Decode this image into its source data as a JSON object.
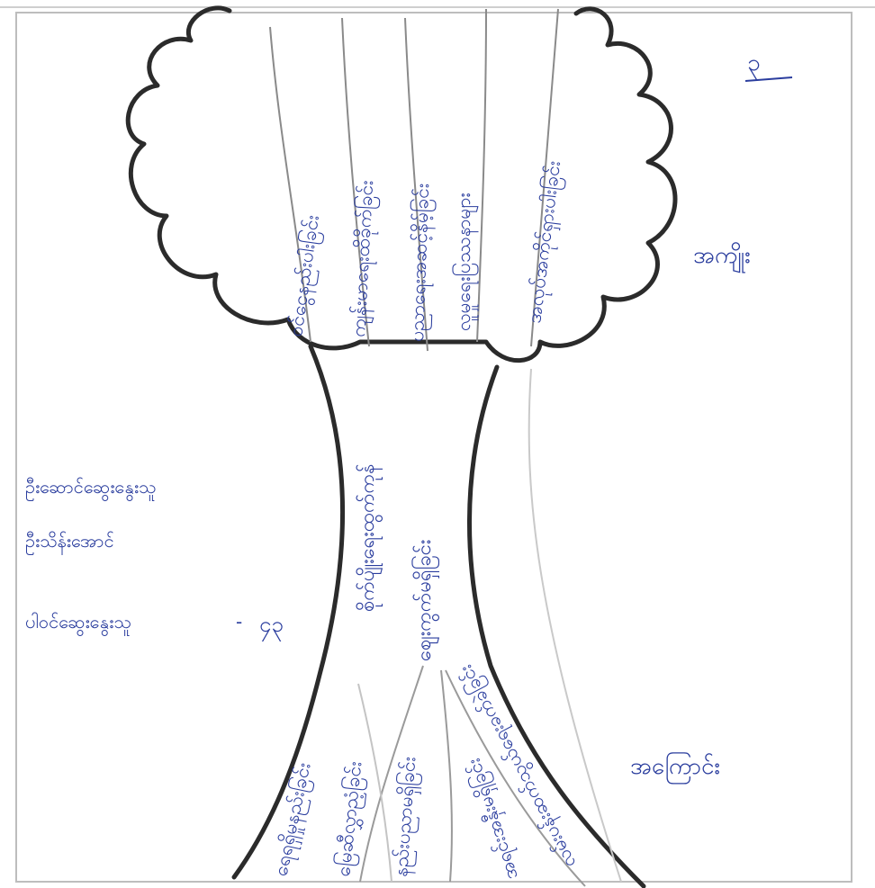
{
  "page": {
    "number": "၃"
  },
  "labels": {
    "fruits": "အကျိုး",
    "roots": "အကြောင်း"
  },
  "respondents": {
    "total": {
      "label": "ဦးဆောင်ဆွေးနွေးသူ",
      "value": ""
    },
    "name": {
      "label": "ဦးသိန်းအောင်"
    },
    "participants": {
      "label": "ပါဝင်ဆွေးနွေးသူ",
      "value": "၄၃"
    }
  },
  "tree": {
    "effects": [
      "ဝင်ငွေနည်းပါးခြင်း",
      "ကျန်းမာရေးထိခိုက်ခြင်း",
      "ပညာရေးအဆင့်နိမ့်ခြင်း",
      "လူမှုရေးပြဿနာများ",
      "အလုပ်အကိုင်ရှားပါးခြင်း"
    ],
    "problem": [
      "စိုက်ပျိုးရေးထွက်ကုန်",
      "စျေးကွက်မရှိခြင်း"
    ],
    "causes": [
      "ရေရရှိမှုနည်းခြင်း",
      "မြေဆီလွှာညံ့ခြင်း",
      "နည်းပညာမရှိခြင်း",
      "အရင်းအနှီးမရှိခြင်း",
      "လမ်းပန်းဆက်သွယ်ရေးခက်ခဲခြင်း"
    ]
  },
  "colors": {
    "ink": "#2a3d9e",
    "outline": "#2b2b2b",
    "pencil": "#9a9a9a"
  }
}
